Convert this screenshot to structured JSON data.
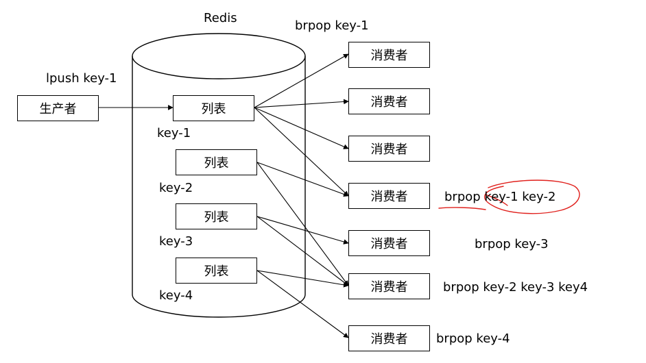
{
  "diagram": {
    "redis_label": "Redis",
    "producer": {
      "command": "lpush key-1",
      "label": "生产者"
    },
    "lists": [
      {
        "label": "列表",
        "key": "key-1"
      },
      {
        "label": "列表",
        "key": "key-2"
      },
      {
        "label": "列表",
        "key": "key-3"
      },
      {
        "label": "列表",
        "key": "key-4"
      }
    ],
    "consumers": [
      {
        "label": "消费者",
        "command": "brpop key-1"
      },
      {
        "label": "消费者",
        "command": ""
      },
      {
        "label": "消费者",
        "command": ""
      },
      {
        "label": "消费者",
        "command": "brpop key-1 key-2"
      },
      {
        "label": "消费者",
        "command": "brpop key-3"
      },
      {
        "label": "消费者",
        "command": "brpop key-2 key-3 key4"
      },
      {
        "label": "消费者",
        "command": "brpop key-4"
      }
    ],
    "annotation_color": "#e0201c"
  }
}
